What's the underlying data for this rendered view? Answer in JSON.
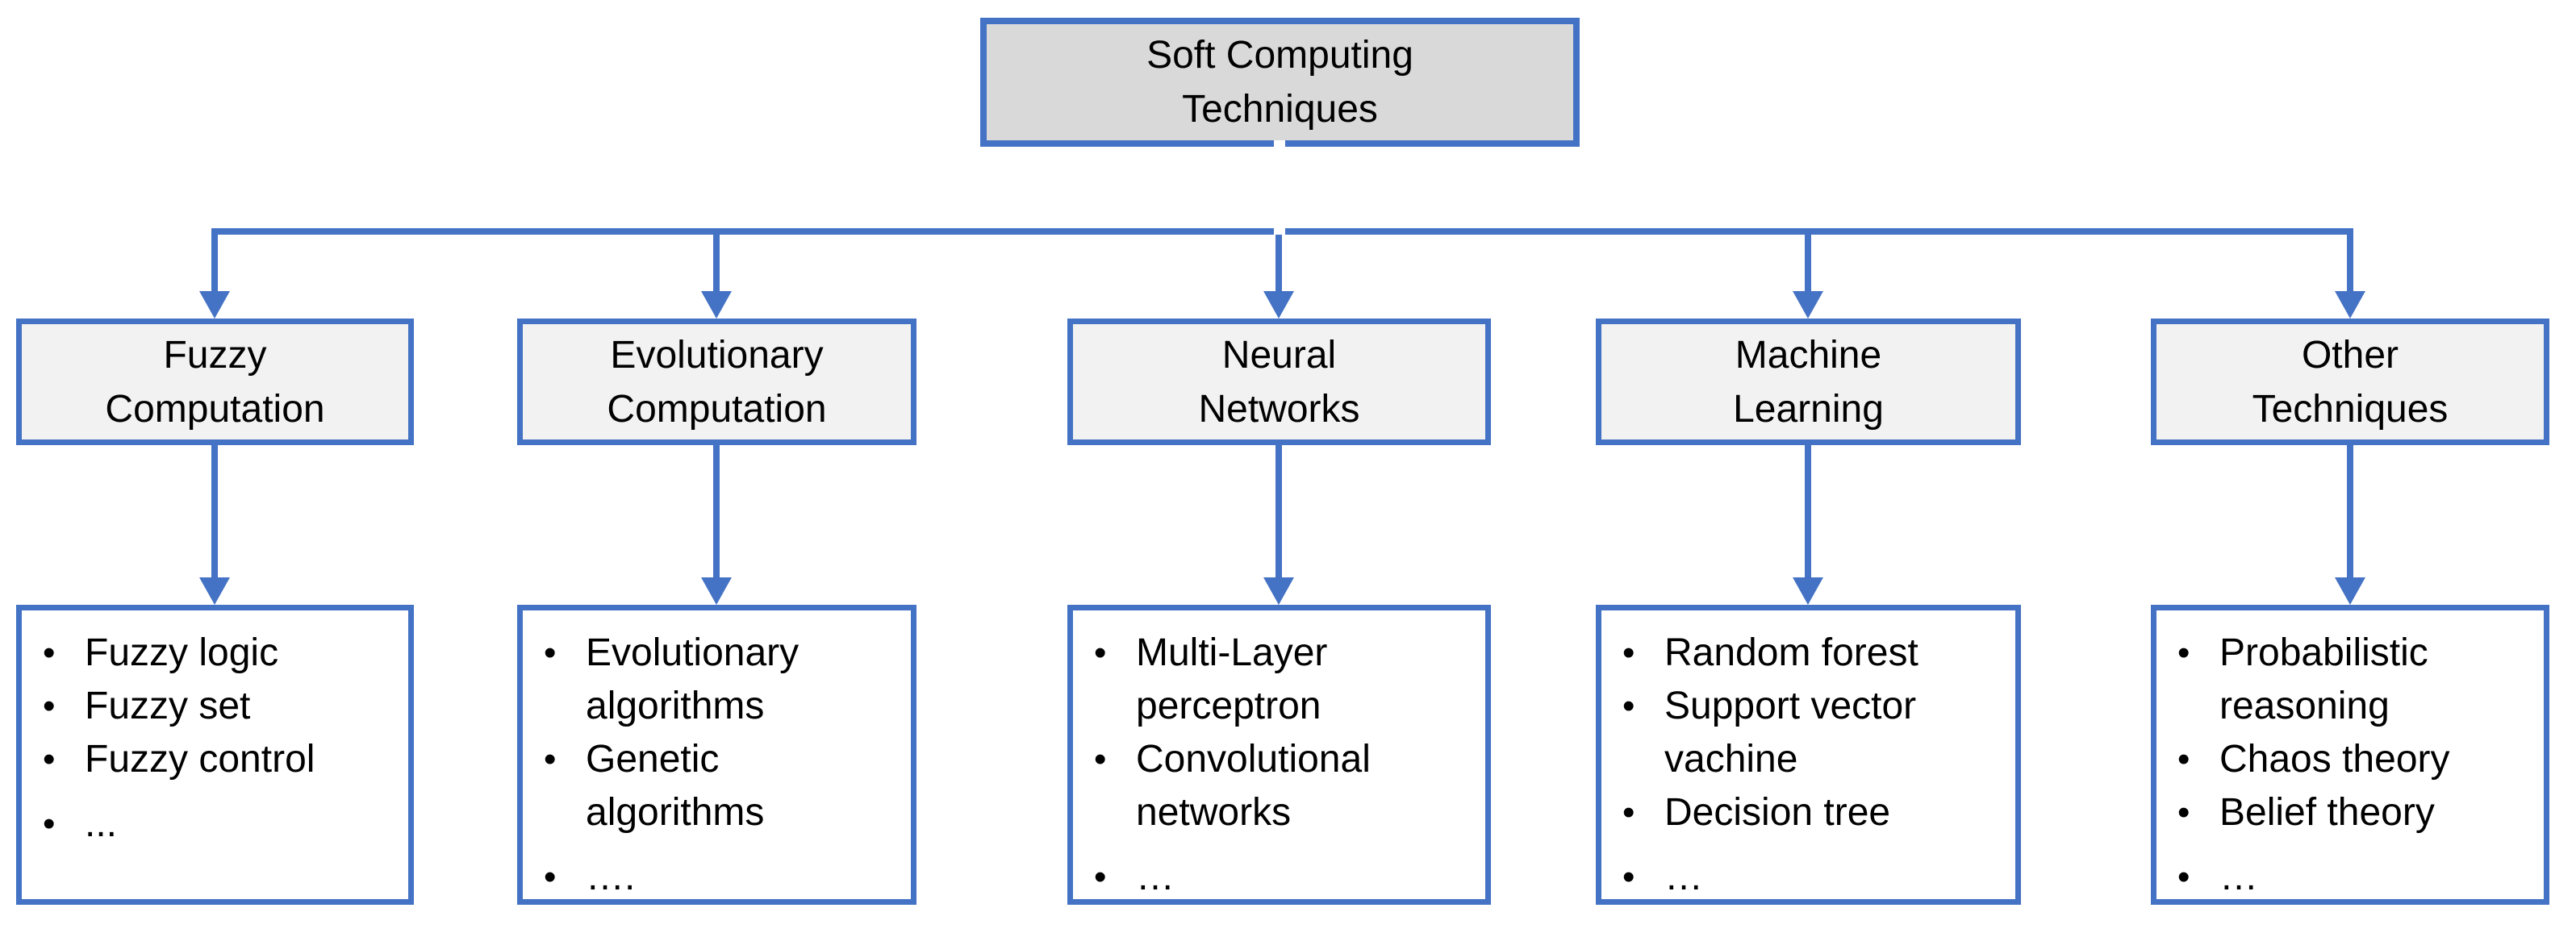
{
  "diagram": {
    "root_label": "Soft Computing\nTechniques",
    "branches": [
      {
        "label": "Fuzzy\nComputation",
        "items": [
          "Fuzzy logic",
          "Fuzzy set",
          "Fuzzy control",
          "..."
        ]
      },
      {
        "label": "Evolutionary\nComputation",
        "items": [
          "Evolutionary algorithms",
          "Genetic algorithms",
          "…."
        ]
      },
      {
        "label": "Neural\nNetworks",
        "items": [
          "Multi-Layer perceptron",
          "Convolutional networks",
          "…"
        ]
      },
      {
        "label": "Machine\nLearning",
        "items": [
          "Random forest",
          "Support vector vachine",
          "Decision tree",
          "…"
        ]
      },
      {
        "label": "Other\nTechniques",
        "items": [
          "Probabilistic reasoning",
          "Chaos theory",
          "Belief theory",
          "…"
        ]
      }
    ],
    "glyphs": {
      "bullet": "•"
    },
    "colors": {
      "border_blue": "#4472C4",
      "root_fill": "#D9D9D9",
      "branch_fill": "#F2F2F2",
      "list_fill": "#FFFFFF",
      "text": "#000000"
    }
  }
}
